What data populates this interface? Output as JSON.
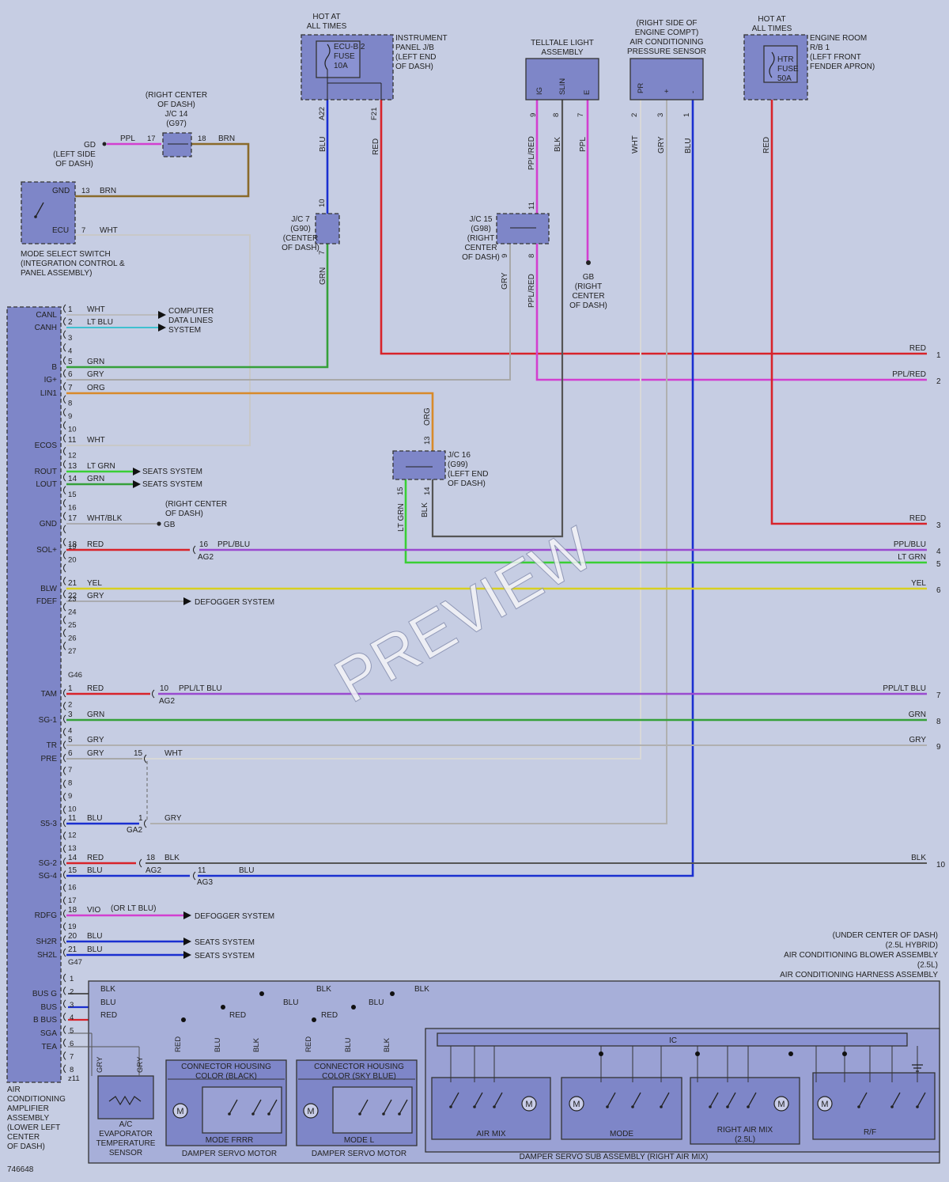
{
  "fuse_ecub2": {
    "hot": [
      "HOT AT",
      "ALL TIMES"
    ],
    "fuse": [
      "ECU-B 2",
      "FUSE",
      "10A"
    ],
    "jb": [
      "INSTRUMENT",
      "PANEL J/B",
      "(LEFT END",
      "OF DASH)"
    ],
    "pin_a": "A22",
    "pin_b": "F21"
  },
  "telltale": {
    "title": [
      "TELLTALE LIGHT",
      "ASSEMBLY"
    ],
    "pins": [
      "IG",
      "SLIN",
      "E"
    ],
    "nums": [
      "9",
      "8",
      "7"
    ]
  },
  "pressure": {
    "title": [
      "(RIGHT SIDE OF",
      "ENGINE COMPT)",
      "AIR CONDITIONING",
      "PRESSURE SENSOR"
    ],
    "pins": [
      "PR",
      "+",
      "-"
    ],
    "nums": [
      "2",
      "3",
      "1"
    ]
  },
  "fuse_htr": {
    "hot": [
      "HOT AT",
      "ALL TIMES"
    ],
    "fuse": [
      "HTR",
      "FUSE",
      "50A"
    ],
    "rb": [
      "ENGINE ROOM",
      "R/B 1",
      "(LEFT FRONT",
      "FENDER APRON)"
    ]
  },
  "jc14": {
    "label": [
      "(RIGHT CENTER",
      "OF DASH)",
      "J/C 14",
      "(G97)"
    ],
    "left_pin": "17",
    "right_pin": "18",
    "gd": "GD",
    "gd_loc": [
      "(LEFT SIDE",
      "OF DASH)"
    ]
  },
  "jc7": {
    "label": [
      "J/C 7",
      "(G90)",
      "(CENTER",
      "OF DASH)"
    ],
    "top_pin": "10",
    "bot_pin": "7"
  },
  "jc15": {
    "label": [
      "J/C 15",
      "(G98)",
      "(RIGHT",
      "CENTER",
      "OF DASH)"
    ],
    "pins": [
      "11",
      "9",
      "8"
    ]
  },
  "jc16": {
    "label": [
      "J/C 16",
      "(G99)",
      "(LEFT END",
      "OF DASH)"
    ],
    "pins": [
      "13",
      "15",
      "14"
    ]
  },
  "gb": {
    "label": [
      "GB",
      "(RIGHT",
      "CENTER",
      "OF DASH)"
    ]
  },
  "mode_switch": {
    "pins": [
      "GND",
      "ECU"
    ],
    "nums": [
      "13",
      "7"
    ],
    "label": [
      "MODE SELECT SWITCH",
      "(INTEGRATION CONTROL &",
      "PANEL ASSEMBLY)"
    ]
  },
  "wire_labels": {
    "ppl": "PPL",
    "brn": "BRN",
    "brn2": "BRN",
    "wht_mode": "WHT",
    "blu_a22": "BLU",
    "red_f21": "RED",
    "grn_jc7": "GRN",
    "pplred_t": "PPL/RED",
    "blk_t": "BLK",
    "ppl_t": "PPL",
    "wht_p": "WHT",
    "gry_p": "GRY",
    "blu_p": "BLU",
    "red_htr": "RED",
    "gry_jc15": "GRY",
    "pplred_jc15": "PPL/RED",
    "org_v": "ORG",
    "ltgrn_v": "LT GRN",
    "blk_v": "BLK"
  },
  "amplifier": {
    "label": [
      "AIR",
      "CONDITIONING",
      "AMPLIFIER",
      "ASSEMBLY",
      "(LOWER LEFT",
      "CENTER",
      "OF DASH)"
    ],
    "g46": "G46",
    "g47": "G47",
    "z11": "z11",
    "pins": [
      "CANL",
      "CANH",
      "B",
      "IG+",
      "LIN1",
      "ECOS",
      "ROUT",
      "LOUT",
      "GND",
      "SOL+",
      "BLW",
      "FDEF",
      "TAM",
      "SG-1",
      "TR",
      "PRE",
      "S5-3",
      "SG-2",
      "SG-4",
      "RDFG",
      "SH2R",
      "SH2L",
      "BUS G",
      "BUS",
      "B BUS",
      "SGA",
      "TEA"
    ]
  },
  "rows": {
    "r1": {
      "num": "1",
      "color": "WHT",
      "dest": "COMPUTER"
    },
    "r2": {
      "num": "2",
      "color": "LT BLU",
      "dest": "DATA LINES"
    },
    "r2b": {
      "dest": "SYSTEM"
    },
    "r5": {
      "num": "5",
      "color": "GRN"
    },
    "r6": {
      "num": "6",
      "color": "GRY"
    },
    "r7": {
      "num": "7",
      "color": "ORG"
    },
    "r11": {
      "num": "11",
      "color": "WHT"
    },
    "r13": {
      "num": "13",
      "color": "LT GRN",
      "dest": "SEATS SYSTEM"
    },
    "r14": {
      "num": "14",
      "color": "GRN",
      "dest": "SEATS SYSTEM"
    },
    "r17": {
      "num": "17",
      "color": "WHT/BLK",
      "gb": "GB",
      "loc": [
        "(RIGHT CENTER",
        "OF DASH)"
      ]
    },
    "r18": {
      "num": "18",
      "color": "RED",
      "ag": "16",
      "color2": "PPL/BLU",
      "conn": "AG2"
    },
    "r21": {
      "num": "21",
      "color": "YEL"
    },
    "r22": {
      "num": "22",
      "color": "GRY",
      "dest": "DEFOGGER SYSTEM"
    },
    "b1": {
      "num": "1",
      "color": "RED",
      "ag": "10",
      "color2": "PPL/LT BLU",
      "conn": "AG2"
    },
    "b3": {
      "num": "3",
      "color": "GRN"
    },
    "b5": {
      "num": "5",
      "color": "GRY"
    },
    "b6": {
      "num": "6",
      "color": "GRY",
      "ga": "15",
      "color2": "WHT"
    },
    "b11": {
      "num": "11",
      "color": "BLU",
      "ga": "1",
      "color2": "GRY",
      "conn": "GA2"
    },
    "b14": {
      "num": "14",
      "color": "RED",
      "ag": "18",
      "color2": "BLK",
      "conn": "AG2"
    },
    "b15": {
      "num": "15",
      "color": "BLU",
      "ag": "11",
      "color2": "BLU",
      "conn": "AG3"
    },
    "b18": {
      "num": "18",
      "color": "VIO",
      "note": "(OR LT BLU)",
      "dest": "DEFOGGER SYSTEM"
    },
    "b20": {
      "num": "20",
      "color": "BLU",
      "dest": "SEATS SYSTEM"
    },
    "b21": {
      "num": "21",
      "color": "BLU",
      "dest": "SEATS SYSTEM"
    }
  },
  "outputs": {
    "o1": {
      "color": "RED",
      "num": "1"
    },
    "o2": {
      "color": "PPL/RED",
      "num": "2"
    },
    "o3": {
      "color": "RED",
      "num": "3"
    },
    "o4": {
      "color": "PPL/BLU",
      "num": "4"
    },
    "o5": {
      "color": "LT GRN",
      "num": "5"
    },
    "o6": {
      "color": "YEL",
      "num": "6"
    },
    "o7": {
      "color": "PPL/LT BLU",
      "num": "7"
    },
    "o8": {
      "color": "GRN",
      "num": "8"
    },
    "o9": {
      "color": "GRY",
      "num": "9"
    },
    "o10": {
      "color": "BLK",
      "num": "10"
    }
  },
  "harness": {
    "title": [
      "(UNDER CENTER OF DASH)",
      "(2.5L HYBRID)",
      "AIR CONDITIONING BLOWER ASSEMBLY",
      "(2.5L)",
      "AIR CONDITIONING HARNESS ASSEMBLY"
    ],
    "bus_labels": {
      "blk1": "BLK",
      "blk2": "BLK",
      "blk3": "BLK",
      "blu1": "BLU",
      "blu2": "BLU",
      "blu3": "BLU",
      "red1": "RED",
      "red2": "RED",
      "red3": "RED"
    },
    "ic": "IC",
    "motor1": {
      "conn": [
        "CONNECTOR HOUSING",
        "COLOR (BLACK)"
      ],
      "mode": "MODE FRRR",
      "name": "DAMPER SERVO MOTOR",
      "wires": [
        "RED",
        "BLU",
        "BLK"
      ]
    },
    "motor2": {
      "conn": [
        "CONNECTOR HOUSING",
        "COLOR (SKY BLUE)"
      ],
      "mode": "MODE L",
      "name": "DAMPER SERVO MOTOR",
      "wires": [
        "RED",
        "BLU",
        "BLK"
      ]
    },
    "sub": {
      "name": "DAMPER SERVO SUB ASSEMBLY (RIGHT AIR MIX)",
      "units": [
        "AIR MIX",
        "MODE",
        "RIGHT AIR MIX",
        "(2.5L)",
        "R/F"
      ]
    },
    "sensor": {
      "label": [
        "A/C",
        "EVAPORATOR",
        "TEMPERATURE",
        "SENSOR"
      ],
      "wires": [
        "GRY",
        "GRY"
      ]
    },
    "motor_glyph": "M"
  },
  "diagram_id": "746648",
  "watermark": "PREVIEW",
  "colors": {
    "red": "#d8232a",
    "blue": "#1a2fd0",
    "green": "#35a03a",
    "ltgrn": "#39cf35",
    "gray": "#9a9a9a",
    "pink": "#d23fd0",
    "orange": "#d88a2a",
    "yellow": "#d8d020",
    "brown": "#8a6a2a",
    "blk": "#444444",
    "cyan": "#40c0d0",
    "box": "#7e86c8"
  }
}
